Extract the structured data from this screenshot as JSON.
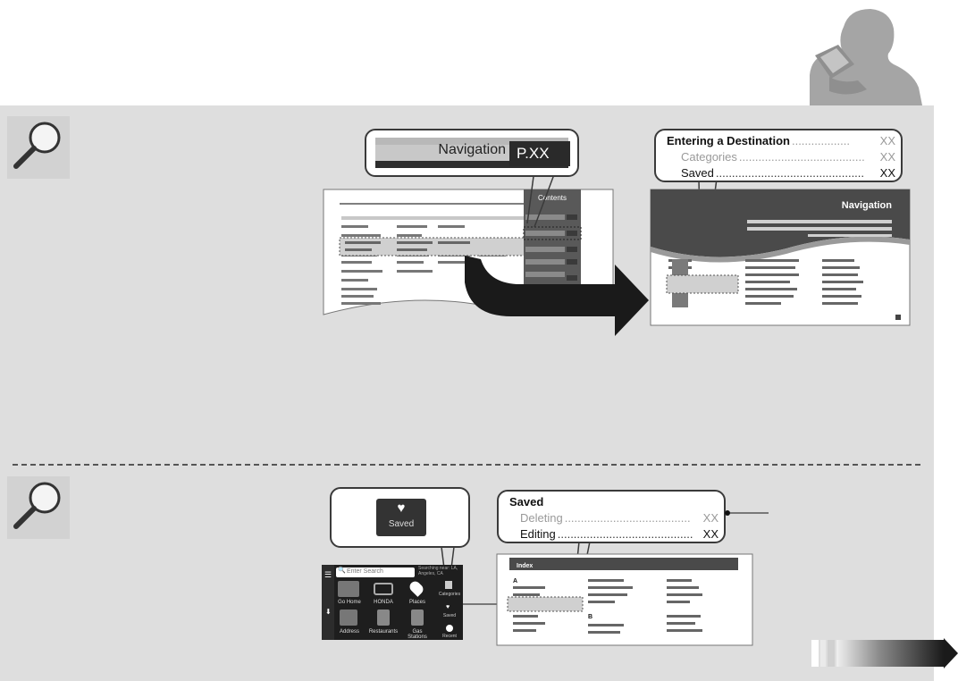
{
  "top_example": {
    "nav_tab": {
      "title": "Navigation",
      "page": "P.XX"
    },
    "contents_tab": "Contents",
    "chapter_title": "Navigation",
    "toc": [
      {
        "label": "Entering a Destination",
        "dots": "..................",
        "page": "XX",
        "style": "bold"
      },
      {
        "label": "Categories",
        "dots": ".......................................",
        "page": "XX",
        "style": "muted"
      },
      {
        "label": "Saved",
        "dots": "..............................................",
        "page": "XX",
        "style": "normal"
      }
    ]
  },
  "bottom_example": {
    "saved_button": "Saved",
    "search_placeholder": "Enter Search",
    "location_text": "Searching near: LA, Angeles, CA",
    "icons": [
      {
        "label": "Go Home",
        "icon": "house-icon"
      },
      {
        "label": "HONDA",
        "icon": "honda-logo-icon"
      },
      {
        "label": "Places",
        "icon": "map-pin-icon"
      },
      {
        "label": "Address",
        "icon": "building-icon"
      },
      {
        "label": "Restaurants",
        "icon": "fork-knife-icon"
      },
      {
        "label": "Gas Stations",
        "icon": "fuel-pump-icon"
      }
    ],
    "side_items": [
      "Categories",
      "Saved",
      "Recent"
    ],
    "index_title": "Index",
    "index_letters": [
      "A",
      "B"
    ],
    "index_entry": {
      "heading": "Saved",
      "items": [
        {
          "label": "Deleting",
          "dots": ".......................................",
          "page": "XX",
          "style": "muted"
        },
        {
          "label": "Editing",
          "dots": "..........................................",
          "page": "XX",
          "style": "normal"
        }
      ]
    }
  },
  "colors": {
    "panel": "#dedede",
    "dark": "#3a3a3a",
    "muted": "#9a9a9a",
    "dark_band": "#555555"
  }
}
